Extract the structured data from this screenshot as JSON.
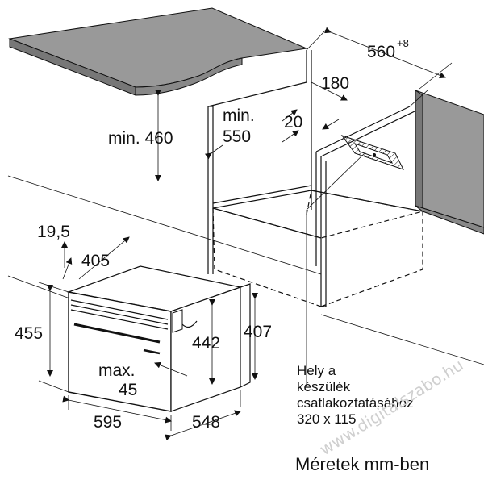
{
  "dimensions": {
    "niche_width": "560",
    "niche_width_tolerance": "+8",
    "depth_180": "180",
    "height_min_label": "min. 460",
    "depth_min_label_1": "min.",
    "depth_min_value": "550",
    "gap_20": "20",
    "offset_19_5": "19,5",
    "width_405": "405",
    "height_455": "455",
    "height_442": "442",
    "height_407": "407",
    "max_label": "max.",
    "max_value": "45",
    "width_595": "595",
    "depth_548": "548"
  },
  "note": {
    "line1": "Hely a",
    "line2": "készülék",
    "line3": "csatlakoztatásához",
    "line4": "320 x 115"
  },
  "units_label": "Méretek mm-ben",
  "watermark": "www.digitalszabo.hu"
}
